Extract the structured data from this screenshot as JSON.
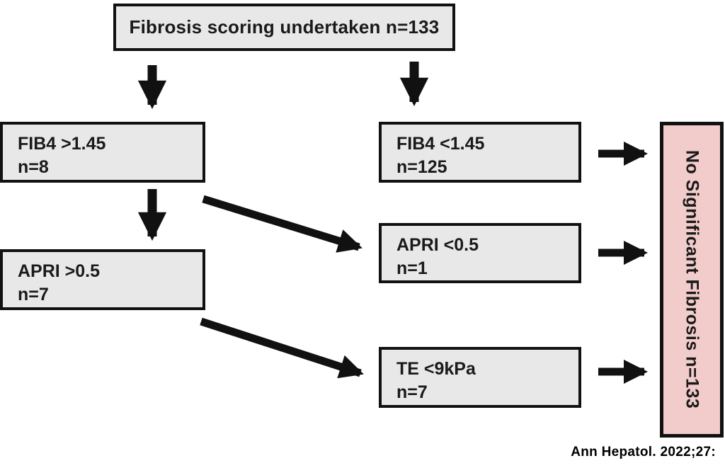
{
  "title_box": {
    "label": "Fibrosis scoring undertaken n=133"
  },
  "boxes": {
    "fib4_high": {
      "line1": "FIB4 >1.45",
      "line2": "n=8"
    },
    "fib4_low": {
      "line1": "FIB4 <1.45",
      "line2": "n=125"
    },
    "apri_high": {
      "line1": "APRI >0.5",
      "line2": "n=7"
    },
    "apri_low": {
      "line1": "APRI <0.5",
      "line2": "n=1"
    },
    "te": {
      "line1": "TE <9kPa",
      "line2": "n=7"
    }
  },
  "outcome_box": {
    "label": "No Significant Fibrosis n=133"
  },
  "caption": "Ann Hepatol. 2022;27:",
  "colors": {
    "page_bg": "#ffffff",
    "box_fill": "#e8e8e8",
    "box_border": "#111111",
    "outcome_fill": "#f2cbcb",
    "arrow": "#111111",
    "text_color": "#1a1a1a"
  }
}
